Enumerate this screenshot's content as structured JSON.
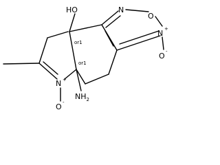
{
  "molecule": {
    "atoms": {
      "oh_label": "HO",
      "ring_n_top": "N",
      "ring_o": "O",
      "ring_n_right": "N",
      "n_right_charge": "+",
      "o_right": "O",
      "o_right_charge": "-",
      "n_bottom": "N",
      "n_bottom_charge": "+",
      "o_bottom": "O",
      "o_bottom_charge": "-",
      "nh2": "NH",
      "nh2_sub": "2"
    },
    "stereo": {
      "top_label": "or1",
      "bottom_label": "or1"
    }
  }
}
